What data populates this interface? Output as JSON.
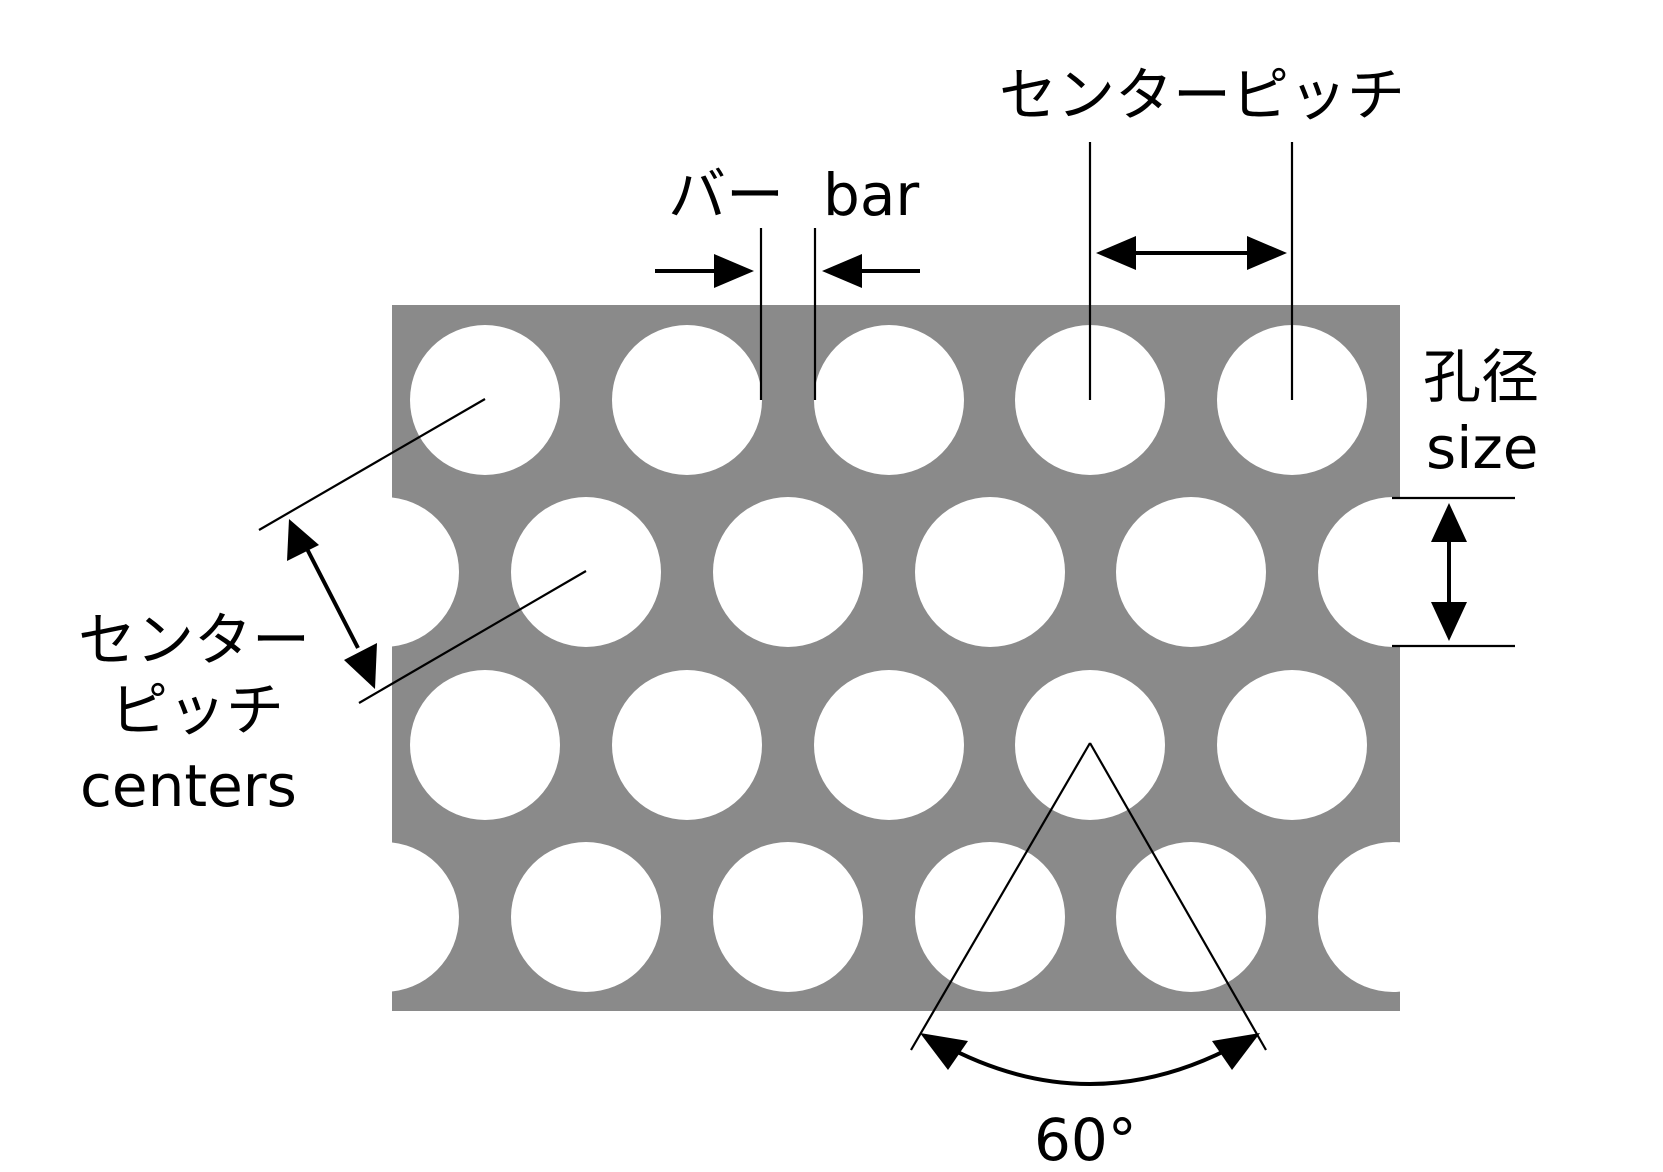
{
  "labels": {
    "center_pitch_top_jp": "センターピッチ",
    "bar_jp": "バー",
    "bar_en": "bar",
    "hole_size_jp": "孔径",
    "hole_size_en": "size",
    "center_pitch_left_jp_line1": "センター",
    "center_pitch_left_jp_line2": "ピッチ",
    "center_pitch_left_en": "centers",
    "angle": "60°"
  },
  "colors": {
    "plate": "#8a8a8a",
    "hole": "#ffffff",
    "ink": "#000000"
  }
}
